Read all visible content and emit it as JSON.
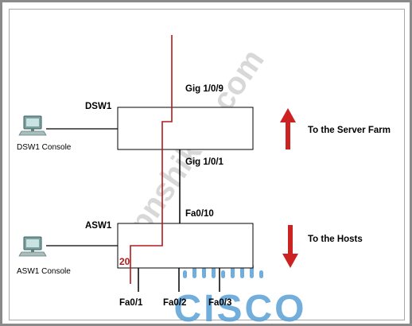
{
  "devices": {
    "dsw1": {
      "name": "DSW1",
      "console_label": "DSW1 Console"
    },
    "asw1": {
      "name": "ASW1",
      "console_label": "ASW1 Console"
    }
  },
  "ports": {
    "gig_1_0_9": "Gig 1/0/9",
    "gig_1_0_1": "Gig 1/0/1",
    "fa0_10": "Fa0/10",
    "fa0_1": "Fa0/1",
    "fa0_2": "Fa0/2",
    "fa0_3": "Fa0/3"
  },
  "vlan_marker": "20",
  "arrows": {
    "server_farm": "To the Server Farm",
    "hosts": "To the Hosts"
  },
  "watermark": "ipnshiken.com",
  "logo_text": "CISCO",
  "colors": {
    "red_path": "#b31b1b",
    "arrow_red": "#cc2222",
    "logo_blue": "#5aa0d6",
    "line": "#000000"
  }
}
